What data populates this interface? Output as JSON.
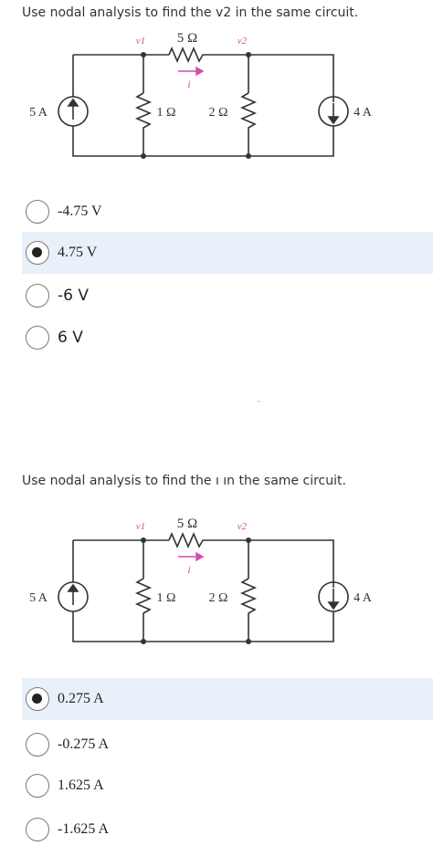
{
  "questions": [
    {
      "title": "Use nodal analysis to find the v2 in the same circuit.",
      "circuit": {
        "labels": {
          "r_top": "5 Ω",
          "r_left": "1 Ω",
          "r_right": "2 Ω",
          "src_left": "5 A",
          "src_right": "4 A",
          "node1": "v1",
          "node2": "v2",
          "current": "i"
        }
      },
      "options": [
        {
          "label": "-4.75 V",
          "selected": false
        },
        {
          "label": "4.75 V",
          "selected": true
        },
        {
          "label": "-6 V",
          "selected": false
        },
        {
          "label": "6 V",
          "selected": false
        }
      ]
    },
    {
      "title": "Use nodal analysis to find the ı ın the same circuit.",
      "circuit": {
        "labels": {
          "r_top": "5 Ω",
          "r_left": "1 Ω",
          "r_right": "2 Ω",
          "src_left": "5 A",
          "src_right": "4 A",
          "node1": "v1",
          "node2": "v2",
          "current": "i"
        }
      },
      "options": [
        {
          "label": "0.275 A",
          "selected": true
        },
        {
          "label": "-0.275 A",
          "selected": false
        },
        {
          "label": "1.625 A",
          "selected": false
        },
        {
          "label": "-1.625 A",
          "selected": false
        }
      ]
    }
  ]
}
